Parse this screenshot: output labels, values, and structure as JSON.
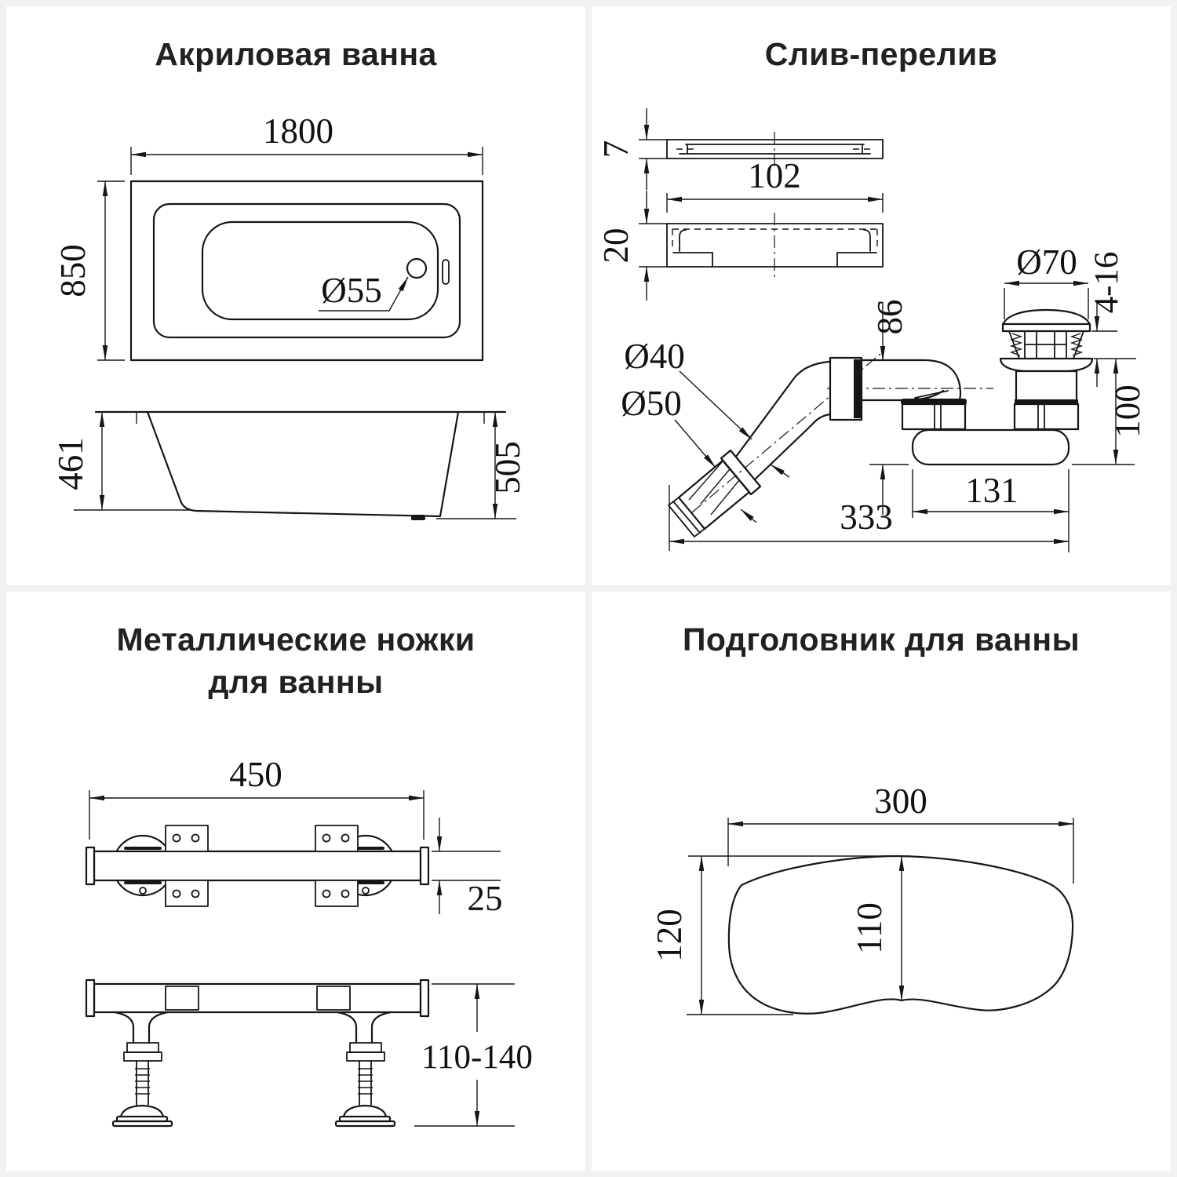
{
  "page": {
    "background": "#f2f2f2",
    "panel_background": "#ffffff",
    "line_color": "#161616"
  },
  "panels": {
    "bathtub": {
      "title": "Акриловая ванна",
      "length": "1800",
      "width": "850",
      "drain_diameter": "Ø55",
      "inner_height": "461",
      "total_height": "505"
    },
    "drain_overflow": {
      "title": "Слив-перелив",
      "faceplate_thickness": "7",
      "cover_width": "102",
      "cover_height": "20",
      "cap_diameter": "Ø70",
      "cap_travel": "4-16",
      "inlet_height": "86",
      "pipe_diameter_inner": "Ø40",
      "pipe_diameter_outer": "Ø50",
      "drain_height": "100",
      "trap_length": "131",
      "total_length": "333"
    },
    "legs": {
      "title_line_1": "Металлические ножки",
      "title_line_2": "для ванны",
      "rail_length": "450",
      "rail_height": "25",
      "leg_height_range": "110-140"
    },
    "headrest": {
      "title": "Подголовник для ванны",
      "width": "300",
      "height": "120",
      "inner_height": "110"
    }
  }
}
